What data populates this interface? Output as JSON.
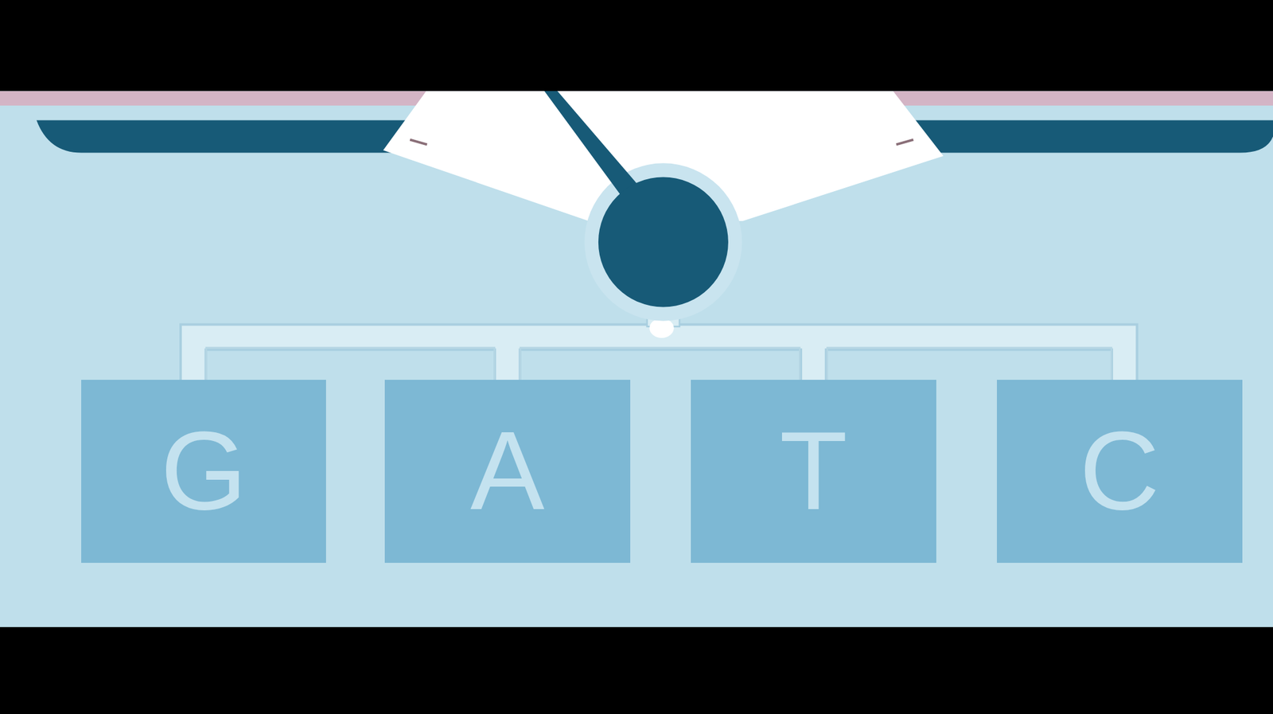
{
  "diagram": {
    "nodes": [
      {
        "text": [
          "G"
        ]
      },
      {
        "text": [
          "A"
        ]
      },
      {
        "text": [
          "T"
        ]
      },
      {
        "text": [
          "C"
        ]
      }
    ]
  }
}
